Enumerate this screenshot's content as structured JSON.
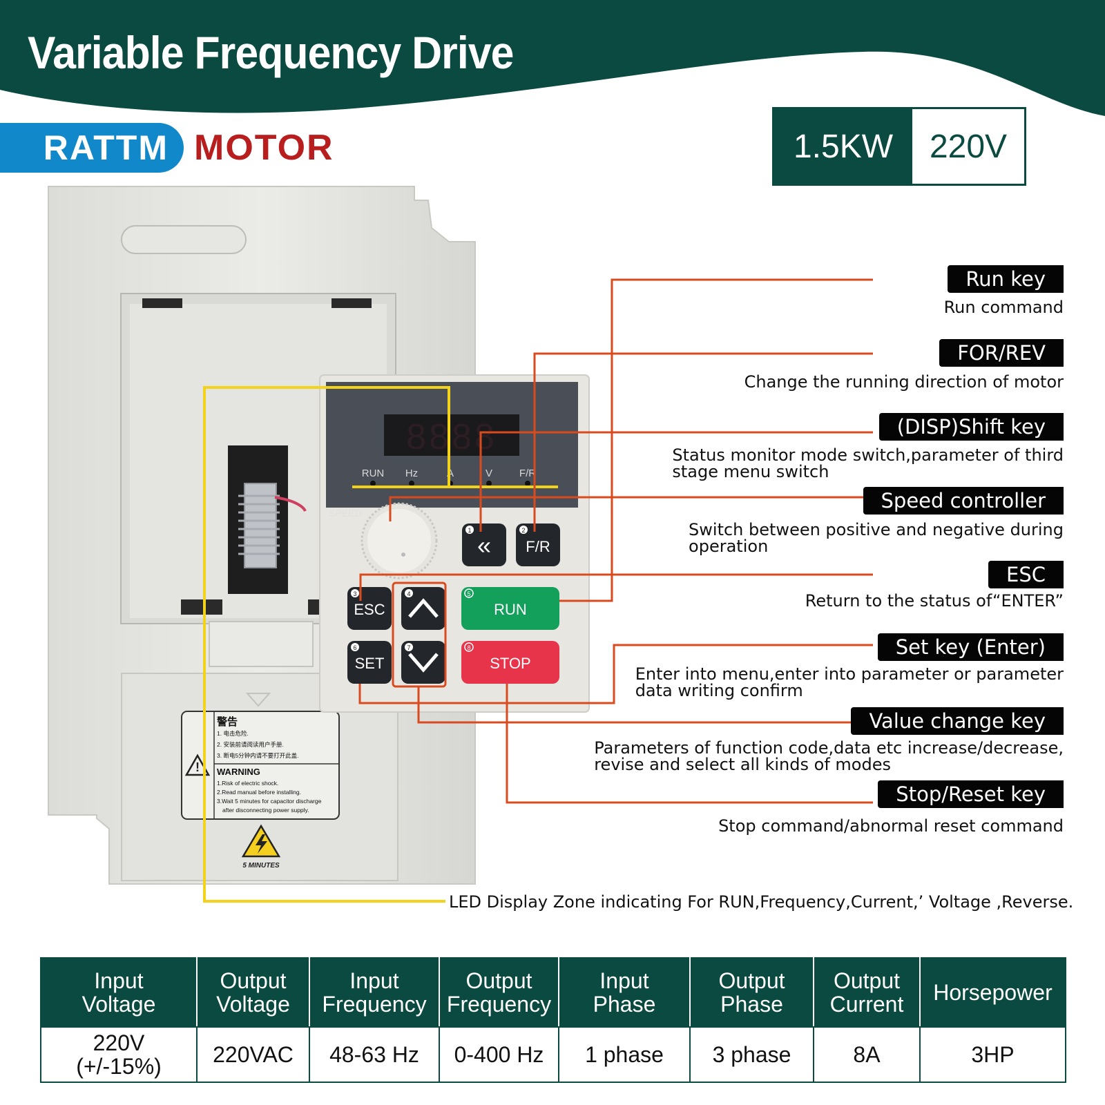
{
  "header": {
    "title": "Variable Frequency Drive",
    "brand_left": "RATTM",
    "brand_right": "MOTOR",
    "power": "1.5KW",
    "voltage": "220V"
  },
  "colors": {
    "header_green": "#0b4a40",
    "brand_blue": "#1188c9",
    "brand_red": "#b81e1e",
    "callout_line": "#d94a1e",
    "led_zone_line": "#f2d21a",
    "run_green": "#12a05a",
    "stop_red": "#e8344a"
  },
  "device": {
    "display_digits": "8888",
    "indicators": [
      "RUN",
      "Hz",
      "A",
      "V",
      "F/R"
    ],
    "speed_label": "SPEED",
    "keys": {
      "shift": "«",
      "fr": "F/R",
      "esc": "ESC",
      "set": "SET",
      "run": "RUN",
      "stop": "STOP",
      "up": "∧",
      "down": "∨"
    },
    "key_numbers": [
      "1",
      "2",
      "3",
      "4",
      "5",
      "6",
      "7",
      "8"
    ],
    "warning": {
      "cn_title": "警告",
      "cn_lines": [
        "1. 电击危险.",
        "2. 安装前请阅读用户手册.",
        "3. 断电5分钟内请不要打开此盖."
      ],
      "en_title": "WARNING",
      "en_lines": [
        "1.Risk of electric shock.",
        "2.Read manual before installing.",
        "3.Wait 5 minutes for capacitor discharge",
        "after disconnecting power supply."
      ],
      "hazard_caption": "5 MINUTES"
    }
  },
  "callouts": [
    {
      "title": "Run key",
      "desc": "Run command"
    },
    {
      "title": "FOR/REV",
      "desc": "Change the running direction of motor"
    },
    {
      "title": "(DISP)Shift key",
      "desc": "Status monitor mode switch,parameter of third\nstage menu switch"
    },
    {
      "title": "Speed controller",
      "desc": "Switch between positive and negative during\noperation"
    },
    {
      "title": "ESC",
      "desc": "Return to the status of“ENTER”"
    },
    {
      "title": "Set key (Enter)",
      "desc": "Enter into menu,enter into parameter or parameter\ndata writing confirm"
    },
    {
      "title": "Value change key",
      "desc": "Parameters of function code,data etc increase/decrease,\nrevise and select all kinds of modes"
    },
    {
      "title": "Stop/Reset key",
      "desc": "Stop command/abnormal reset command"
    }
  ],
  "led_zone_note": "LED Display Zone indicating For RUN,Frequency,Current,’ Voltage ,Reverse.",
  "spec_table": {
    "headers": [
      "Input\nVoltage",
      "Output\nVoltage",
      "Input\nFrequency",
      "Output\nFrequency",
      "Input\nPhase",
      "Output\nPhase",
      "Output\nCurrent",
      "Horsepower"
    ],
    "values": [
      "220V\n(+/-15%)",
      "220VAC",
      "48-63 Hz",
      "0-400 Hz",
      "1 phase",
      "3 phase",
      "8A",
      "3HP"
    ]
  }
}
